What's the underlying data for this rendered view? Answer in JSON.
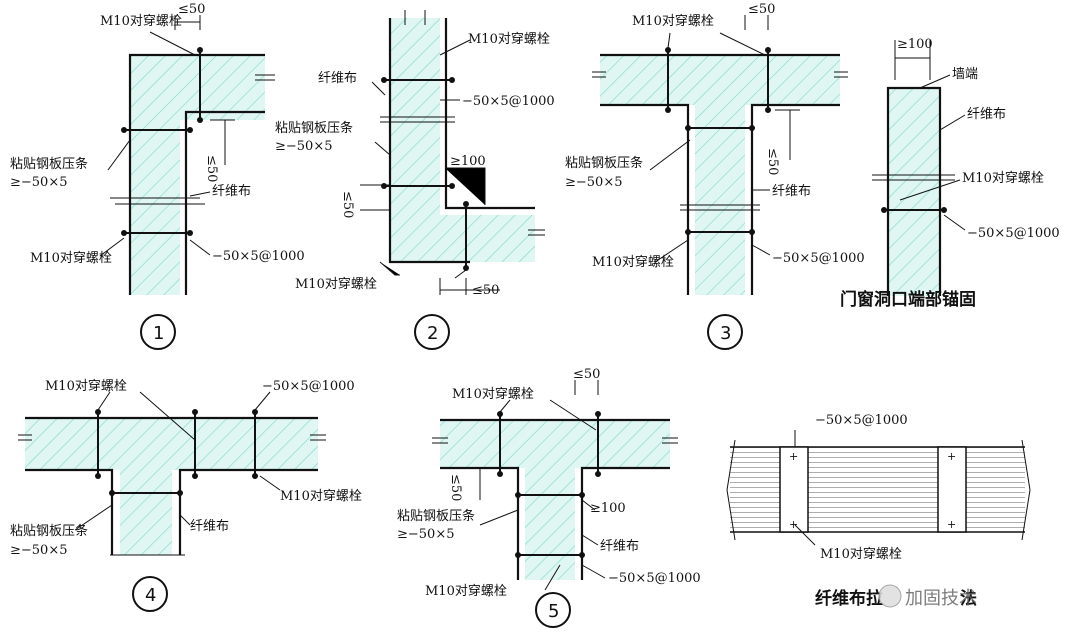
{
  "colors": {
    "wall_fill": "#dff6f2",
    "hatch": "#7fd8cc",
    "line": "#111111"
  },
  "diagram": {
    "detail1": {
      "number": "1",
      "bolt_top": "M10对穿螺栓",
      "dim_top": "≤50",
      "dim_side": "≤50",
      "plate": "粘贴钢板压条",
      "plate_spec": "≥−50×5",
      "fiber": "纤维布",
      "strip": "−50×5@1000",
      "bolt_bottom": "M10对穿螺栓"
    },
    "detail2": {
      "number": "2",
      "bolt_top": "M10对穿螺栓",
      "fiber": "纤维布",
      "strip": "−50×5@1000",
      "plate": "粘贴钢板压条",
      "plate_spec": "≥−50×5",
      "dim_100": "≥100",
      "dim_side": "≤50",
      "bolt_bottom": "M10对穿螺栓",
      "dim_bottom": "≤50"
    },
    "detail3": {
      "number": "3",
      "bolt_top": "M10对穿螺栓",
      "dim_top": "≤50",
      "dim_side": "≤50",
      "plate": "粘贴钢板压条",
      "plate_spec": "≥−50×5",
      "fiber": "纤维布",
      "strip": "−50×5@1000",
      "bolt_bottom": "M10对穿螺栓"
    },
    "opening": {
      "title": "门窗洞口端部锚固",
      "dim_top": "≥100",
      "wall_end": "墙端",
      "fiber": "纤维布",
      "bolt": "M10对穿螺栓",
      "strip": "−50×5@1000"
    },
    "detail4": {
      "number": "4",
      "bolt_top": "M10对穿螺栓",
      "strip": "−50×5@1000",
      "bolt_right": "M10对穿螺栓",
      "plate": "粘贴钢板压条",
      "plate_spec": "≥−50×5",
      "fiber": "纤维布"
    },
    "detail5": {
      "number": "5",
      "bolt_top": "M10对穿螺栓",
      "dim_top": "≤50",
      "dim_side": "≤50",
      "plate": "粘贴钢板压条",
      "plate_spec": "≥−50×5",
      "dim_100": "≥100",
      "fiber": "纤维布",
      "bolt_bottom": "M10对穿螺栓",
      "strip": "−50×5@1000"
    },
    "tension": {
      "strip": "−50×5@1000",
      "bolt": "M10对穿螺栓",
      "title": "纤维布拉",
      "title_tail": "法"
    },
    "watermark": "加固技术"
  }
}
